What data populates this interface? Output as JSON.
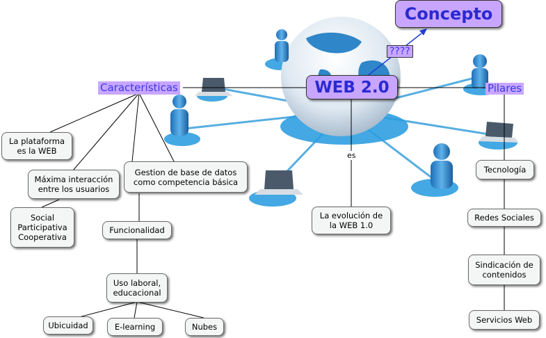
{
  "concept": "Concepto",
  "question": "????",
  "center": "WEB 2.0",
  "link_es": "es",
  "left_hub": "Características",
  "right_hub": "Pilares",
  "center_child": "La evolución de\nla WEB 1.0",
  "left_nodes": {
    "plataforma": "La plataforma\nes la WEB",
    "interaccion": "Máxima interacción\nentre los  usuarios",
    "social": "Social\nParticipativa\nCooperativa",
    "gestion": "Gestion de  base  de datos\ncomo competencia básica",
    "funcionalidad": "Funcionalidad",
    "uso": "Uso laboral,\neducacional",
    "ubicuidad": "Ubicuidad",
    "elearning": "E-learning",
    "nubes": "Nubes"
  },
  "right_nodes": {
    "tecnologia": "Tecnología",
    "redes": "Redes Sociales",
    "sindicacion": "Sindicación de\ncontenidos",
    "servicios": "Servicios Web"
  },
  "colors": {
    "hub_fill": "#c8a6ff",
    "hub_text": "#2a2ad0",
    "node_fill": "#f3f6f5",
    "arrow": "#1f3fd9"
  }
}
